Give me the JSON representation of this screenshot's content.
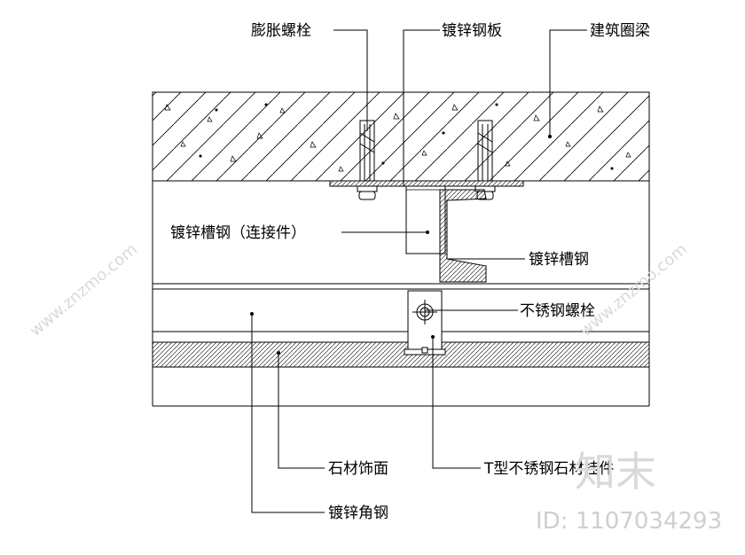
{
  "labels": {
    "expansion_bolt": "膨胀螺栓",
    "galvanized_plate": "镀锌钢板",
    "ring_beam": "建筑圈梁",
    "channel_connector": "镀锌槽钢（连接件）",
    "channel_steel": "镀锌槽钢",
    "stainless_bolt": "不锈钢螺栓",
    "stone_facing": "石材饰面",
    "t_hanger": "T型不锈钢石材挂件",
    "angle_steel": "镀锌角钢"
  },
  "watermark": {
    "logo_text": "知末",
    "id_text": "ID: 1107034293",
    "url_text": "www.znzmo.com"
  }
}
